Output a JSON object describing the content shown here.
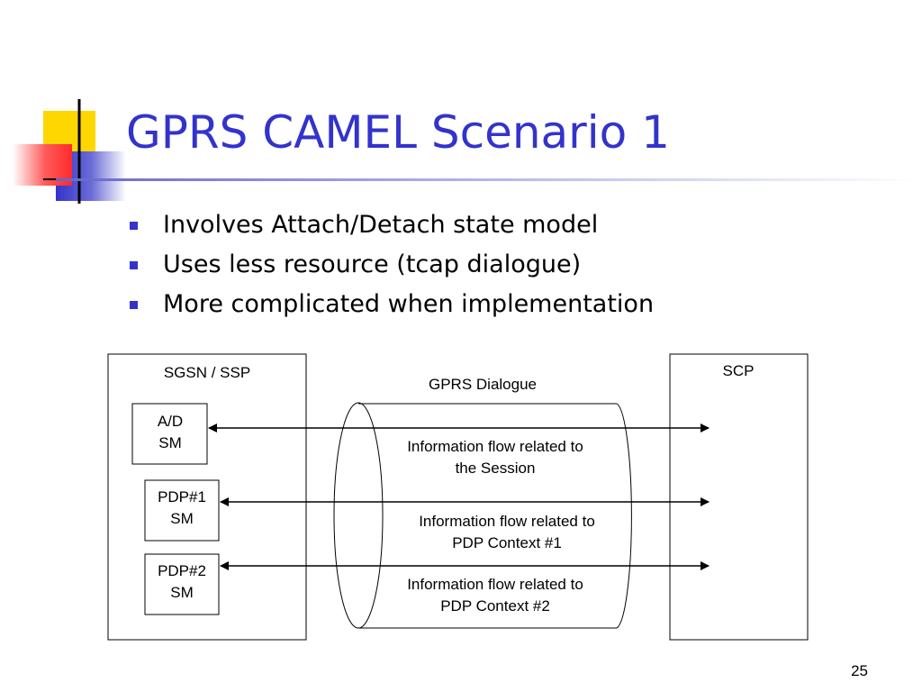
{
  "slide": {
    "title": "GPRS CAMEL Scenario 1",
    "bullets": [
      "Involves Attach/Detach state model",
      "Uses less resource (tcap dialogue)",
      "More complicated when implementation"
    ],
    "page_number": "25"
  },
  "diagram": {
    "sgsn_label": "SGSN / SSP",
    "scp_label": "SCP",
    "dialogue_label": "GPRS Dialogue",
    "state_machines": [
      {
        "line1": "A/D",
        "line2": "SM"
      },
      {
        "line1": "PDP#1",
        "line2": "SM"
      },
      {
        "line1": "PDP#2",
        "line2": "SM"
      }
    ],
    "flows": [
      {
        "line1": "Information flow related to",
        "line2": "the Session"
      },
      {
        "line1": "Information flow related to",
        "line2": "PDP Context #1"
      },
      {
        "line1": "Information flow related to",
        "line2": "PDP Context #2"
      }
    ]
  },
  "colors": {
    "title": "#3333CC",
    "bullet": "#3333CC",
    "logo_yellow": "#FFD700",
    "logo_red": "#FF4040",
    "logo_blue": "#3333CC"
  }
}
